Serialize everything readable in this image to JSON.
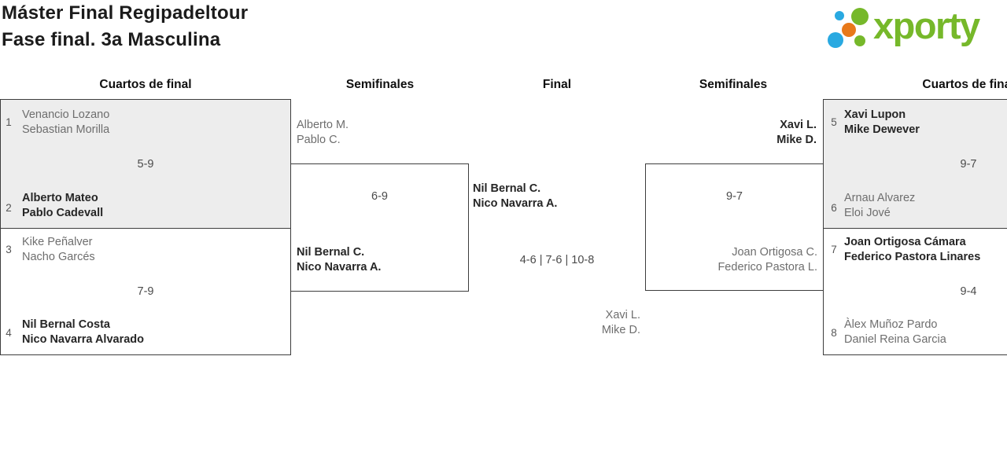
{
  "colors": {
    "brand-green": "#76b82a",
    "brand-blue": "#29a9e1",
    "brand-orange": "#e8791a",
    "box-fill": "#ededed",
    "box-border": "#3d3d3d",
    "text-grey": "#6e6e6e",
    "text-dark": "#262626",
    "text-score": "#4a4a4a",
    "text-seed": "#565656",
    "text-header": "#0f0f0f",
    "text-title": "#1b1b1b"
  },
  "title": {
    "line1": "Máster Final Regipadeltour",
    "line2": "Fase final. 3a Masculina"
  },
  "logo": {
    "text": "xporty"
  },
  "round_headers": {
    "qf_left": "Cuartos de final",
    "sf_left": "Semifinales",
    "final": "Final",
    "sf_right": "Semifinales",
    "qf_right": "Cuartos de final"
  },
  "matches": {
    "qf_left_1": {
      "seed_top": "1",
      "top_1": "Venancio Lozano",
      "top_2": "Sebastian Morilla",
      "score": "5-9",
      "seed_bottom": "2",
      "bottom_1": "Alberto Mateo",
      "bottom_2": "Pablo Cadevall",
      "winner": "bottom"
    },
    "qf_left_2": {
      "seed_top": "3",
      "top_1": "Kike Peñalver",
      "top_2": "Nacho Garcés",
      "score": "7-9",
      "seed_bottom": "4",
      "bottom_1": "Nil Bernal Costa",
      "bottom_2": "Nico Navarra Alvarado",
      "winner": "bottom"
    },
    "sf_left": {
      "top_1": "Alberto M.",
      "top_2": "Pablo C.",
      "score": "6-9",
      "bottom_1": "Nil Bernal C.",
      "bottom_2": "Nico Navarra A.",
      "winner": "bottom"
    },
    "final": {
      "top_1": "Nil Bernal C.",
      "top_2": "Nico Navarra A.",
      "score": "4-6 | 7-6 | 10-8",
      "bottom_1": "Xavi L.",
      "bottom_2": "Mike D.",
      "winner": "top"
    },
    "sf_right": {
      "top_1": "Xavi L.",
      "top_2": "Mike D.",
      "score": "9-7",
      "bottom_1": "Joan Ortigosa C.",
      "bottom_2": "Federico Pastora L.",
      "winner": "top"
    },
    "qf_right_1": {
      "seed_top": "5",
      "top_1": "Xavi Lupon",
      "top_2": "Mike Dewever",
      "score": "9-7",
      "seed_bottom": "6",
      "bottom_1": "Arnau Alvarez",
      "bottom_2": "Eloi Jové",
      "winner": "top"
    },
    "qf_right_2": {
      "seed_top": "7",
      "top_1": "Joan Ortigosa Cámara",
      "top_2": "Federico Pastora Linares",
      "score": "9-4",
      "seed_bottom": "8",
      "bottom_1": "Àlex Muñoz Pardo",
      "bottom_2": "Daniel Reina Garcia",
      "winner": "top"
    }
  }
}
